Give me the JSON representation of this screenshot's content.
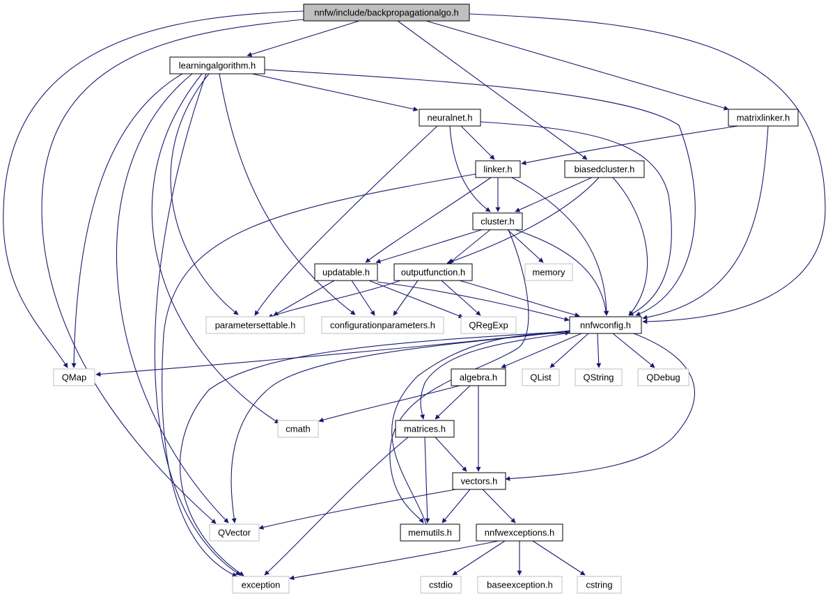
{
  "colors": {
    "edge": "#191970",
    "root_fill": "#bfbfbf",
    "doc_border": "#000000",
    "external_border": "#bfbfbf",
    "label": "#000000"
  },
  "nodes": [
    {
      "id": "root",
      "label": "nnfw/include/backpropagationalgo.h",
      "kind": "root"
    },
    {
      "id": "learningalgorithm",
      "label": "learningalgorithm.h",
      "kind": "doc"
    },
    {
      "id": "neuralnet",
      "label": "neuralnet.h",
      "kind": "doc"
    },
    {
      "id": "matrixlinker",
      "label": "matrixlinker.h",
      "kind": "doc"
    },
    {
      "id": "linker",
      "label": "linker.h",
      "kind": "doc"
    },
    {
      "id": "biasedcluster",
      "label": "biasedcluster.h",
      "kind": "doc"
    },
    {
      "id": "cluster",
      "label": "cluster.h",
      "kind": "doc"
    },
    {
      "id": "updatable",
      "label": "updatable.h",
      "kind": "doc"
    },
    {
      "id": "outputfunction",
      "label": "outputfunction.h",
      "kind": "doc"
    },
    {
      "id": "memory",
      "label": "memory",
      "kind": "external"
    },
    {
      "id": "parametersettable",
      "label": "parametersettable.h",
      "kind": "external"
    },
    {
      "id": "configurationparameters",
      "label": "configurationparameters.h",
      "kind": "external"
    },
    {
      "id": "qregexp",
      "label": "QRegExp",
      "kind": "external"
    },
    {
      "id": "nnfwconfig",
      "label": "nnfwconfig.h",
      "kind": "doc"
    },
    {
      "id": "qmap",
      "label": "QMap",
      "kind": "external"
    },
    {
      "id": "algebra",
      "label": "algebra.h",
      "kind": "doc"
    },
    {
      "id": "qlist",
      "label": "QList",
      "kind": "external"
    },
    {
      "id": "qstring",
      "label": "QString",
      "kind": "external"
    },
    {
      "id": "qdebug",
      "label": "QDebug",
      "kind": "external"
    },
    {
      "id": "cmath",
      "label": "cmath",
      "kind": "external"
    },
    {
      "id": "matrices",
      "label": "matrices.h",
      "kind": "doc"
    },
    {
      "id": "vectors",
      "label": "vectors.h",
      "kind": "doc"
    },
    {
      "id": "qvector",
      "label": "QVector",
      "kind": "external"
    },
    {
      "id": "memutils",
      "label": "memutils.h",
      "kind": "doc"
    },
    {
      "id": "nnfwexceptions",
      "label": "nnfwexceptions.h",
      "kind": "doc"
    },
    {
      "id": "exception",
      "label": "exception",
      "kind": "external"
    },
    {
      "id": "cstdio",
      "label": "cstdio",
      "kind": "external"
    },
    {
      "id": "baseexception",
      "label": "baseexception.h",
      "kind": "external"
    },
    {
      "id": "cstring",
      "label": "cstring",
      "kind": "external"
    }
  ],
  "edges": [
    [
      "root",
      "learningalgorithm"
    ],
    [
      "root",
      "matrixlinker"
    ],
    [
      "root",
      "biasedcluster"
    ],
    [
      "root",
      "nnfwconfig"
    ],
    [
      "root",
      "qmap"
    ],
    [
      "root",
      "qvector"
    ],
    [
      "learningalgorithm",
      "neuralnet"
    ],
    [
      "learningalgorithm",
      "nnfwconfig"
    ],
    [
      "learningalgorithm",
      "parametersettable"
    ],
    [
      "learningalgorithm",
      "configurationparameters"
    ],
    [
      "learningalgorithm",
      "qmap"
    ],
    [
      "learningalgorithm",
      "cmath"
    ],
    [
      "learningalgorithm",
      "qvector"
    ],
    [
      "learningalgorithm",
      "exception"
    ],
    [
      "neuralnet",
      "linker"
    ],
    [
      "neuralnet",
      "cluster"
    ],
    [
      "neuralnet",
      "nnfwconfig"
    ],
    [
      "neuralnet",
      "parametersettable"
    ],
    [
      "matrixlinker",
      "linker"
    ],
    [
      "matrixlinker",
      "nnfwconfig"
    ],
    [
      "linker",
      "cluster"
    ],
    [
      "linker",
      "updatable"
    ],
    [
      "linker",
      "nnfwconfig"
    ],
    [
      "linker",
      "exception"
    ],
    [
      "biasedcluster",
      "cluster"
    ],
    [
      "biasedcluster",
      "outputfunction"
    ],
    [
      "biasedcluster",
      "nnfwconfig"
    ],
    [
      "cluster",
      "updatable"
    ],
    [
      "cluster",
      "outputfunction"
    ],
    [
      "cluster",
      "memory"
    ],
    [
      "cluster",
      "nnfwconfig"
    ],
    [
      "cluster",
      "memutils"
    ],
    [
      "updatable",
      "parametersettable"
    ],
    [
      "updatable",
      "configurationparameters"
    ],
    [
      "updatable",
      "qregexp"
    ],
    [
      "updatable",
      "nnfwconfig"
    ],
    [
      "outputfunction",
      "parametersettable"
    ],
    [
      "outputfunction",
      "configurationparameters"
    ],
    [
      "outputfunction",
      "qregexp"
    ],
    [
      "outputfunction",
      "nnfwconfig"
    ],
    [
      "nnfwconfig",
      "qmap"
    ],
    [
      "nnfwconfig",
      "algebra"
    ],
    [
      "nnfwconfig",
      "qlist"
    ],
    [
      "nnfwconfig",
      "qstring"
    ],
    [
      "nnfwconfig",
      "qdebug"
    ],
    [
      "nnfwconfig",
      "matrices"
    ],
    [
      "nnfwconfig",
      "vectors"
    ],
    [
      "nnfwconfig",
      "qvector"
    ],
    [
      "nnfwconfig",
      "exception"
    ],
    [
      "algebra",
      "cmath"
    ],
    [
      "algebra",
      "matrices"
    ],
    [
      "algebra",
      "vectors"
    ],
    [
      "matrices",
      "vectors"
    ],
    [
      "matrices",
      "memutils"
    ],
    [
      "matrices",
      "exception"
    ],
    [
      "vectors",
      "memutils"
    ],
    [
      "vectors",
      "nnfwexceptions"
    ],
    [
      "vectors",
      "qvector"
    ],
    [
      "memutils",
      "nnfwconfig"
    ],
    [
      "nnfwexceptions",
      "exception"
    ],
    [
      "nnfwexceptions",
      "cstdio"
    ],
    [
      "nnfwexceptions",
      "baseexception"
    ],
    [
      "nnfwexceptions",
      "cstring"
    ]
  ]
}
